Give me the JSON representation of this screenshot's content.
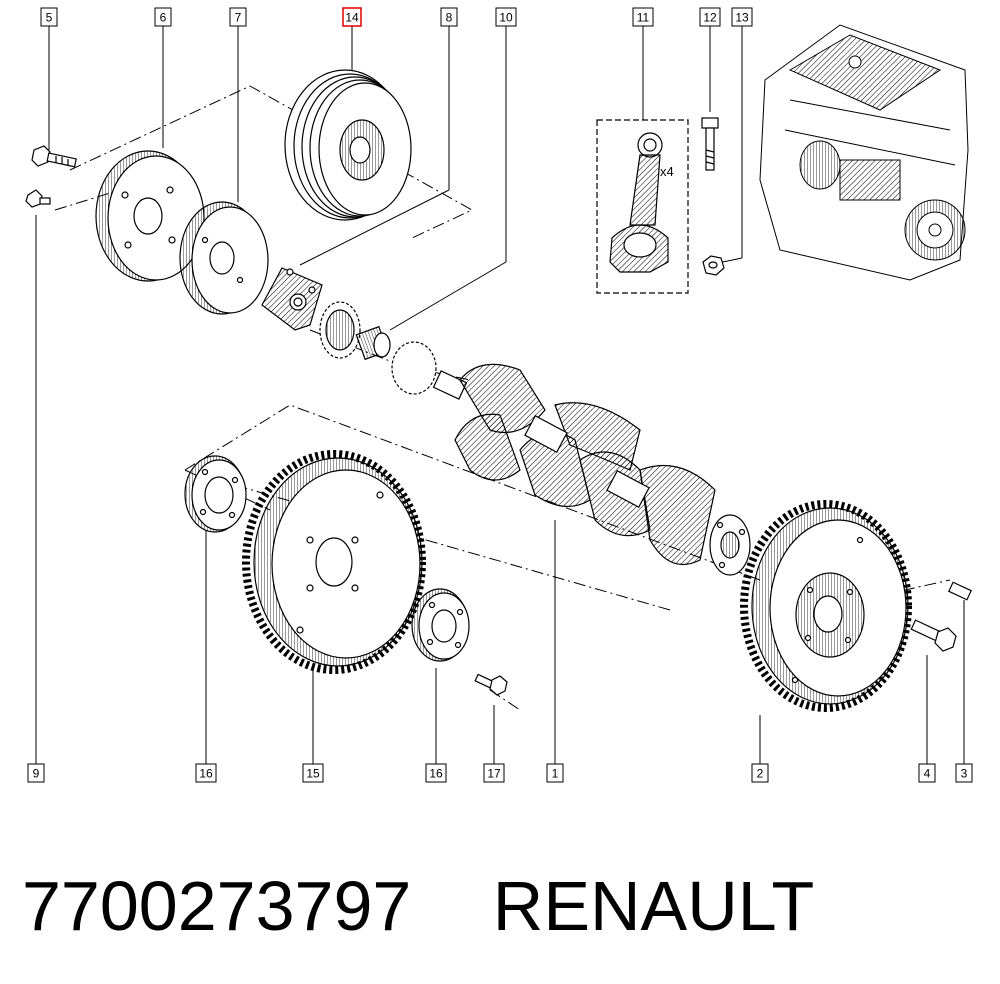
{
  "callouts": [
    {
      "id": "c5",
      "label": "5"
    },
    {
      "id": "c6",
      "label": "6"
    },
    {
      "id": "c7",
      "label": "7"
    },
    {
      "id": "c14",
      "label": "14",
      "highlight": true
    },
    {
      "id": "c8",
      "label": "8"
    },
    {
      "id": "c10",
      "label": "10"
    },
    {
      "id": "c11",
      "label": "11"
    },
    {
      "id": "c12",
      "label": "12"
    },
    {
      "id": "c13",
      "label": "13"
    },
    {
      "id": "c9",
      "label": "9"
    },
    {
      "id": "c16a",
      "label": "16"
    },
    {
      "id": "c15",
      "label": "15"
    },
    {
      "id": "c16b",
      "label": "16"
    },
    {
      "id": "c17",
      "label": "17"
    },
    {
      "id": "c1",
      "label": "1"
    },
    {
      "id": "c2",
      "label": "2"
    },
    {
      "id": "c4",
      "label": "4"
    },
    {
      "id": "c3",
      "label": "3"
    }
  ],
  "rod_quantity": "x4",
  "footer": {
    "part_number": "7700273797",
    "brand": "RENAULT"
  },
  "colors": {
    "line": "#000000",
    "highlight": "#e00000",
    "background": "#ffffff"
  }
}
